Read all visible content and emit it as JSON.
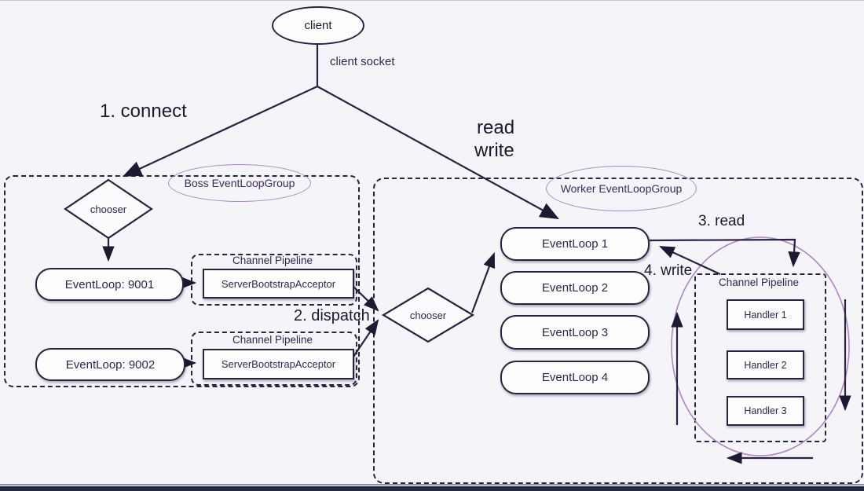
{
  "colors": {
    "background": "#f5f5f9",
    "line": "#2b2140",
    "accent_purple": "#a987c5",
    "bottom_bar": "#242940"
  },
  "client": {
    "label": "client",
    "socket_label": "client socket"
  },
  "edges": {
    "connect": "1. connect",
    "read": "read",
    "write": "write",
    "dispatch": "2. dispatch",
    "read_step": "3. read",
    "write_step": "4. write"
  },
  "boss_group": {
    "title": "Boss EventLoopGroup",
    "chooser": "chooser",
    "event_loops": [
      "EventLoop: 9001",
      "EventLoop: 9002"
    ],
    "pipelines": [
      {
        "title": "Channel Pipeline",
        "handler": "ServerBootstrapAcceptor"
      },
      {
        "title": "Channel Pipeline",
        "handler": "ServerBootstrapAcceptor"
      }
    ]
  },
  "worker_group": {
    "title": "Worker EventLoopGroup",
    "chooser": "chooser",
    "event_loops": [
      "EventLoop 1",
      "EventLoop 2",
      "EventLoop 3",
      "EventLoop 4"
    ],
    "pipeline": {
      "title": "Channel Pipeline",
      "handlers": [
        "Handler 1",
        "Handler 2",
        "Handler 3"
      ]
    }
  }
}
